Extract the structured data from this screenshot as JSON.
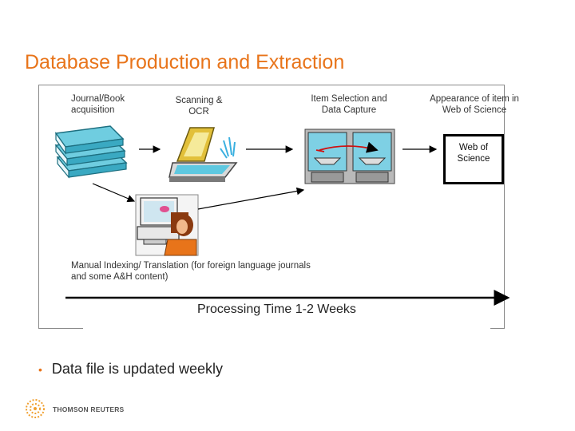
{
  "slide": {
    "title": "Database Production and Extraction",
    "colors": {
      "accent": "#e8741a",
      "frame": "#8a8a8a",
      "book": "#5fc4d8",
      "scanner": "#d8b830"
    }
  },
  "diagram": {
    "steps": {
      "journal": "Journal/Book acquisition",
      "scanning": "Scanning & OCR",
      "selection": "Item Selection and Data Capture",
      "appearance": "Appearance of item in Web of Science"
    },
    "wos_box": "Web of Science",
    "manual_indexing": "Manual Indexing/ Translation (for foreign language journals and some A&H content)",
    "processing_time": "Processing Time 1-2 Weeks"
  },
  "bullets": [
    "Data file is updated weekly"
  ],
  "footer": {
    "logo_text": "THOMSON REUTERS"
  }
}
